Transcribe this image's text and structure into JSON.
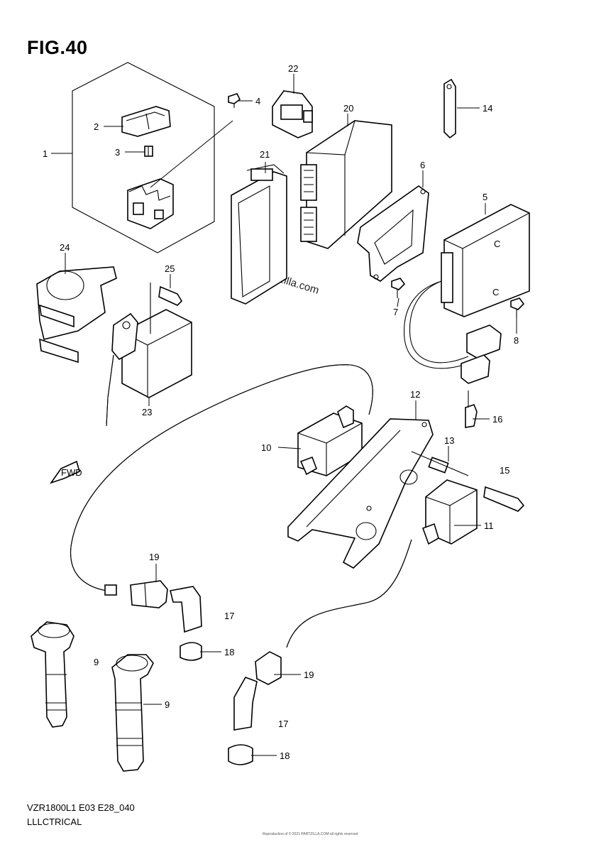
{
  "figure_title": "FIG.40",
  "footer": {
    "model_code": "VZR1800L1 E03 E28_040",
    "section_name": "LLLCTRICAL",
    "copyright_small": "Reproduction of © 2021 PARTZILLA.COM all rights reserved"
  },
  "watermark": "© Partzilla.com",
  "direction_tag": "FWD",
  "callouts": [
    {
      "id": "c1",
      "text": "1"
    },
    {
      "id": "c2",
      "text": "2"
    },
    {
      "id": "c3",
      "text": "3"
    },
    {
      "id": "c4",
      "text": "4"
    },
    {
      "id": "c5",
      "text": "5"
    },
    {
      "id": "c6",
      "text": "6"
    },
    {
      "id": "c7",
      "text": "7"
    },
    {
      "id": "c8",
      "text": "8"
    },
    {
      "id": "c9a",
      "text": "9"
    },
    {
      "id": "c9b",
      "text": "9"
    },
    {
      "id": "c10",
      "text": "10"
    },
    {
      "id": "c11",
      "text": "11"
    },
    {
      "id": "c12",
      "text": "12"
    },
    {
      "id": "c13",
      "text": "13"
    },
    {
      "id": "c14",
      "text": "14"
    },
    {
      "id": "c15",
      "text": "15"
    },
    {
      "id": "c16",
      "text": "16"
    },
    {
      "id": "c17a",
      "text": "17"
    },
    {
      "id": "c17b",
      "text": "17"
    },
    {
      "id": "c18a",
      "text": "18"
    },
    {
      "id": "c18b",
      "text": "18"
    },
    {
      "id": "c19a",
      "text": "19"
    },
    {
      "id": "c19b",
      "text": "19"
    },
    {
      "id": "c20",
      "text": "20"
    },
    {
      "id": "c21",
      "text": "21"
    },
    {
      "id": "c22",
      "text": "22"
    },
    {
      "id": "c23",
      "text": "23"
    },
    {
      "id": "c24",
      "text": "24"
    },
    {
      "id": "c25",
      "text": "25"
    }
  ]
}
